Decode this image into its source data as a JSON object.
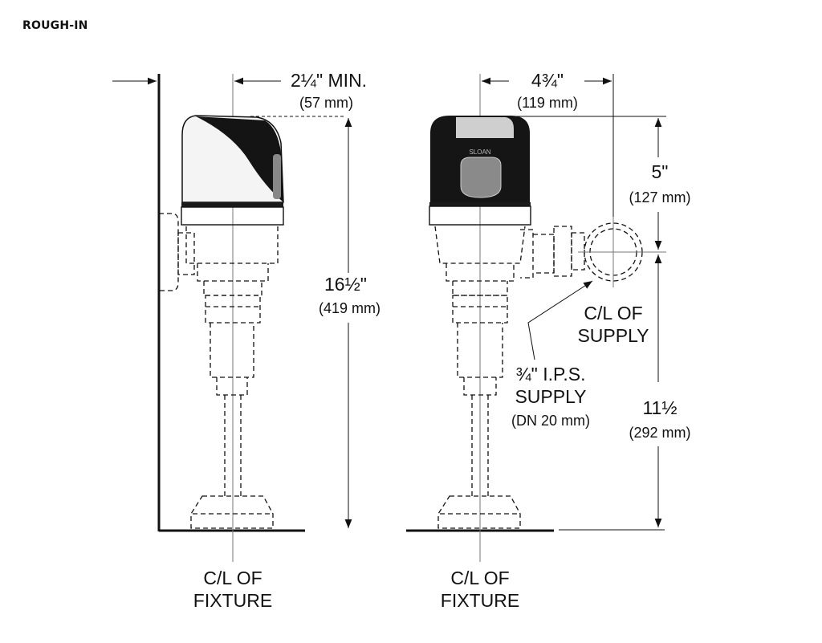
{
  "heading": "ROUGH-IN",
  "brand": "SLOAN",
  "dimensions": {
    "offset": {
      "value": "2¼\" MIN.",
      "metric": "(57 mm)"
    },
    "supply_offset": {
      "value": "4¾\"",
      "metric": "(119 mm)"
    },
    "height": {
      "value": "16½\"",
      "metric": "(419 mm)"
    },
    "top_to_supply": {
      "value": "5\"",
      "metric": "(127 mm)"
    },
    "supply_height": {
      "value": "11½",
      "metric": "(292 mm)"
    }
  },
  "labels": {
    "cl_fixture_left": [
      "C/L OF",
      "FIXTURE"
    ],
    "cl_fixture_right": [
      "C/L OF",
      "FIXTURE"
    ],
    "cl_supply": [
      "C/L OF",
      "SUPPLY"
    ],
    "supply_size": [
      "¾\" I.P.S.",
      "SUPPLY",
      "(DN 20 mm)"
    ]
  }
}
